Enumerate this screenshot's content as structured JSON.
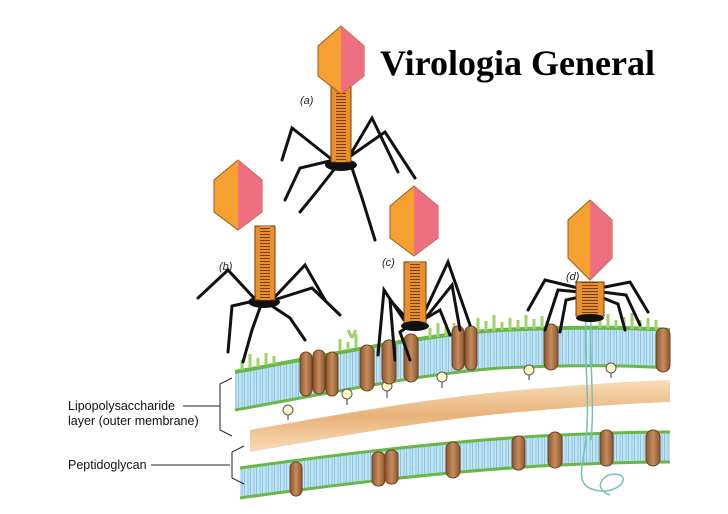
{
  "slide": {
    "title": "Virologia General"
  },
  "figure": {
    "panel_labels": [
      "(a)",
      "(b)",
      "(c)",
      "(d)"
    ],
    "layer_labels": {
      "lps_line1": "Lipopolysaccharide",
      "lps_line2": "layer (outer membrane)",
      "peptidoglycan": "Peptidoglycan"
    },
    "colors": {
      "capsid_orange": "#f5a030",
      "capsid_pink": "#ee6f7f",
      "tail_orange": "#e8902a",
      "membrane_blue": "#9ccfe8",
      "lipid_green": "#9cd46a",
      "protein_brown": "#b57b4f",
      "peptidoglycan_tan": "#f0c898"
    }
  }
}
